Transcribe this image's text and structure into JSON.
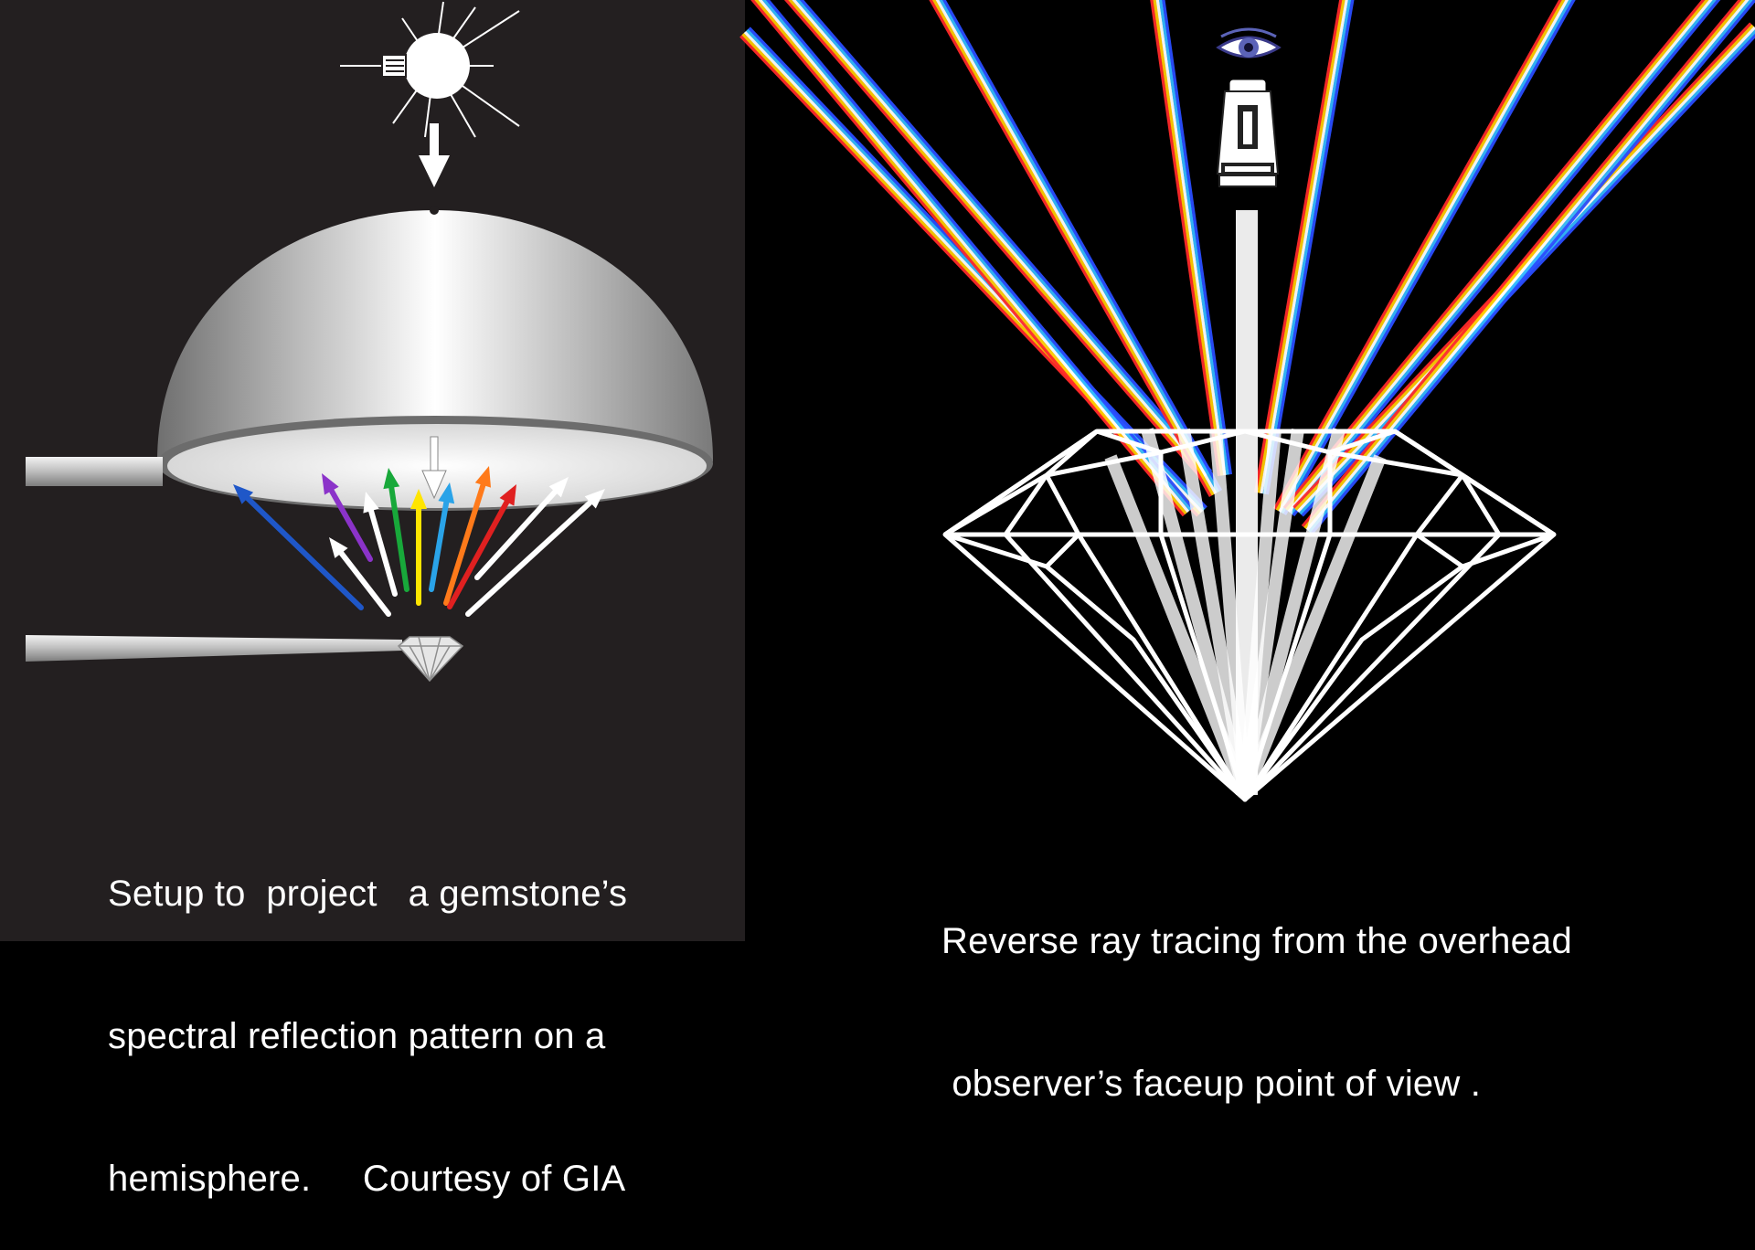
{
  "left_panel": {
    "caption_lines": [
      "Setup to  project   a gemstone’s",
      "spectral reflection pattern on a",
      "hemisphere.     Courtesy of GIA"
    ],
    "background": "#231f20",
    "arrow_colors": [
      "#1f57c8",
      "#ffffff",
      "#8b33c9",
      "#ffffff",
      "#18a83a",
      "#ffe500",
      "#2aa3e8",
      "#ff7a1a",
      "#e02020",
      "#ffffff",
      "#ffffff"
    ]
  },
  "right_panel": {
    "caption_lines": [
      "Reverse ray tracing from the overhead",
      " observer’s faceup point of view ."
    ],
    "background": "#000000",
    "spectrum_colors": [
      "#ff2a2a",
      "#ffcc00",
      "#ffffff",
      "#33bbff",
      "#2a4dff"
    ]
  }
}
